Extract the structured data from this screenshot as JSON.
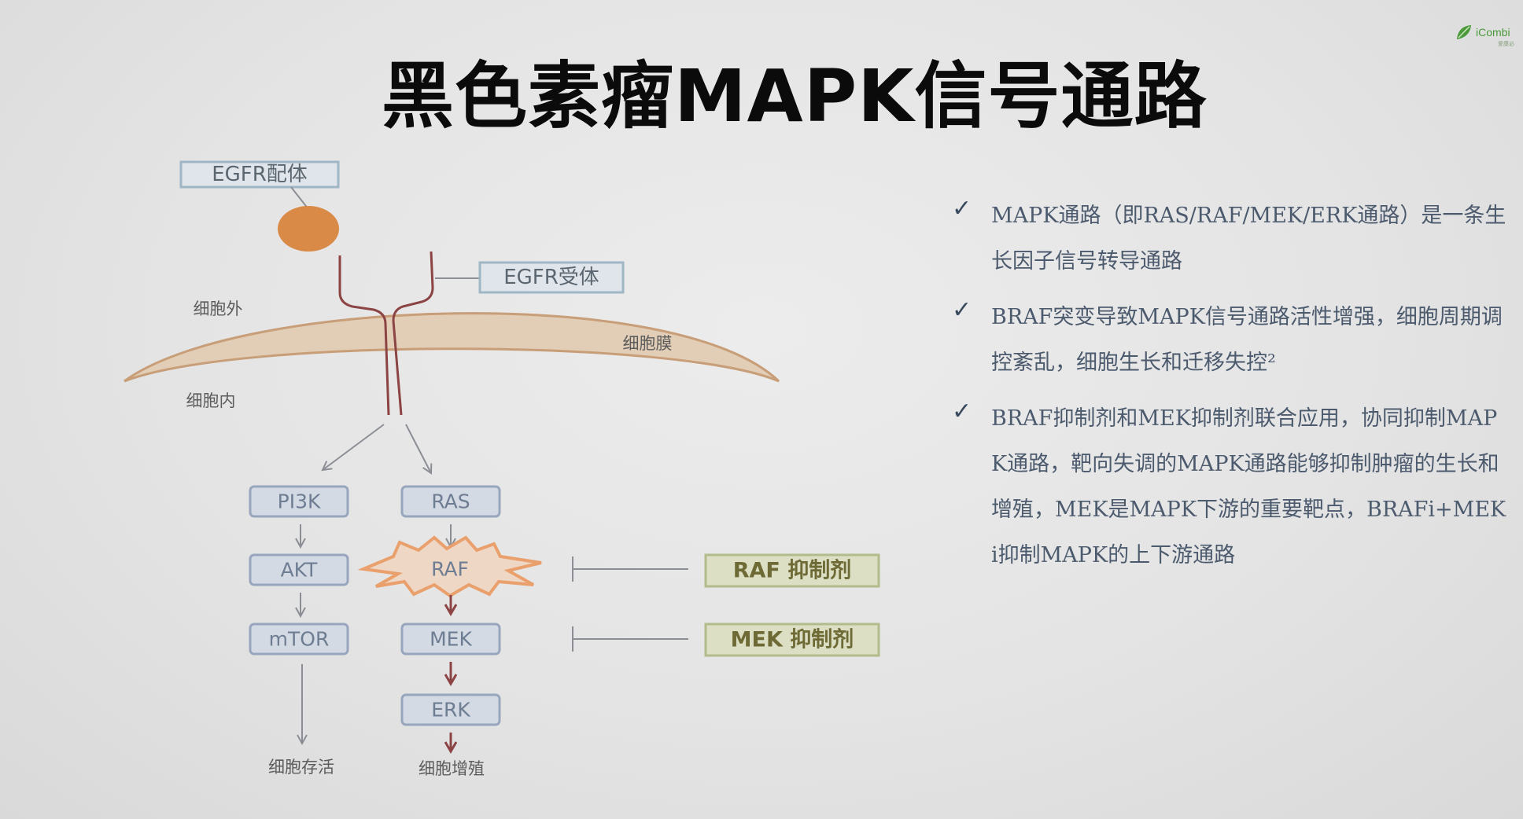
{
  "title": "黑色素瘤MAPK信号通路",
  "logo": {
    "text": "iCombi",
    "sub": "爱康必",
    "leaf_color": "#4a9a3a"
  },
  "diagram": {
    "egfr_ligand_label": "EGFR配体",
    "egfr_receptor_label": "EGFR受体",
    "outside_label": "细胞外",
    "inside_label": "细胞内",
    "membrane_label": "细胞膜",
    "pi3k_branch": [
      "PI3K",
      "AKT",
      "mTOR"
    ],
    "ras_branch": [
      "RAS",
      "RAF",
      "MEK",
      "ERK"
    ],
    "survival_label": "细胞存活",
    "proliferation_label": "细胞增殖",
    "raf_inhibitor_label": "RAF 抑制剂",
    "mek_inhibitor_label": "MEK 抑制剂",
    "colors": {
      "ligand": "#d98a46",
      "receptor": "#8c4343",
      "membrane_fill": "#e2cdb6",
      "membrane_stroke": "#c89e78",
      "raf_star": "#e9a06c",
      "node": "#d3dae4",
      "inhibitor": "#dcdfc4"
    }
  },
  "bullets": [
    "MAPK通路（即RAS/RAF/MEK/ERK通路）是一条生长因子信号转导通路",
    "BRAF突变导致MAPK信号通路活性增强，细胞周期调控紊乱，细胞生长和迁移失控²",
    "BRAF抑制剂和MEK抑制剂联合应用，协同抑制MAPK通路，靶向失调的MAPK通路能够抑制肿瘤的生长和增殖，MEK是MAPK下游的重要靶点，BRAFi+MEKi抑制MAPK的上下游通路"
  ]
}
